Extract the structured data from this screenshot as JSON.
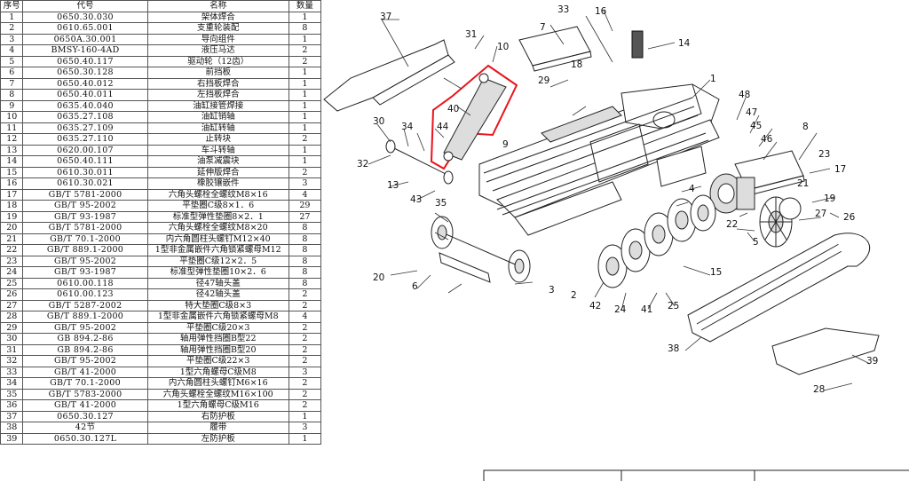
{
  "bom": {
    "headers": [
      "序号",
      "代号",
      "名称",
      "数量"
    ],
    "rows": [
      [
        "1",
        "0650.30.030",
        "架体焊合",
        "1"
      ],
      [
        "2",
        "0610.65.001",
        "支重轮装配",
        "8"
      ],
      [
        "3",
        "0650A.30.001",
        "导向组件",
        "1"
      ],
      [
        "4",
        "BMSY-160-4AD",
        "液压马达",
        "2"
      ],
      [
        "5",
        "0650.40.117",
        "驱动轮（12齿）",
        "2"
      ],
      [
        "6",
        "0650.30.128",
        "前挡板",
        "1"
      ],
      [
        "7",
        "0650.40.012",
        "右挡板焊合",
        "1"
      ],
      [
        "8",
        "0650.40.011",
        "左挡板焊合",
        "1"
      ],
      [
        "9",
        "0635.40.040",
        "油缸接管焊接",
        "1"
      ],
      [
        "10",
        "0635.27.108",
        "油缸销轴",
        "1"
      ],
      [
        "11",
        "0635.27.109",
        "油缸转轴",
        "1"
      ],
      [
        "12",
        "0635.27.110",
        "止转块",
        "2"
      ],
      [
        "13",
        "0620.00.107",
        "车斗转轴",
        "1"
      ],
      [
        "14",
        "0650.40.111",
        "油泵减震块",
        "1"
      ],
      [
        "15",
        "0610.30.011",
        "延伸版焊合",
        "2"
      ],
      [
        "16",
        "0610.30.021",
        "橡胶镶嵌件",
        "3"
      ],
      [
        "17",
        "GB/T 5781-2000",
        "六角头螺栓全螺纹M8×16",
        "4"
      ],
      [
        "18",
        "GB/T 95-2002",
        "平垫圈C级8×1．6",
        "29"
      ],
      [
        "19",
        "GB/T 93-1987",
        "标准型弹性垫圈8×2．1",
        "27"
      ],
      [
        "20",
        "GB/T 5781-2000",
        "六角头螺栓全螺纹M8×20",
        "8"
      ],
      [
        "21",
        "GB/T 70.1-2000",
        "内六角圆柱头螺钉M12×40",
        "8"
      ],
      [
        "22",
        "GB/T 889.1-2000",
        "1型非金属嵌件六角锁紧螺母M12",
        "8"
      ],
      [
        "23",
        "GB/T 95-2002",
        "平垫圈C级12×2．5",
        "8"
      ],
      [
        "24",
        "GB/T 93-1987",
        "标准型弹性垫圈10×2．6",
        "8"
      ],
      [
        "25",
        "0610.00.118",
        "径47轴头盖",
        "8"
      ],
      [
        "26",
        "0610.00.123",
        "径42轴头盖",
        "2"
      ],
      [
        "27",
        "GB/T 5287-2002",
        "特大垫圈C级8×3",
        "2"
      ],
      [
        "28",
        "GB/T 889.1-2000",
        "1型非金属嵌件六角锁紧螺母M8",
        "4"
      ],
      [
        "29",
        "GB/T 95-2002",
        "平垫圈C级20×3",
        "2"
      ],
      [
        "30",
        "GB 894.2-86",
        "轴用弹性挡圈B型22",
        "2"
      ],
      [
        "31",
        "GB 894.2-86",
        "轴用弹性挡圈B型20",
        "2"
      ],
      [
        "32",
        "GB/T 95-2002",
        "平垫圈C级22×3",
        "2"
      ],
      [
        "33",
        "GB/T 41-2000",
        "1型六角螺母C级M8",
        "3"
      ],
      [
        "34",
        "GB/T 70.1-2000",
        "内六角圆柱头螺钉M6×16",
        "2"
      ],
      [
        "35",
        "GB/T 5783-2000",
        "六角头螺栓全螺纹M16×100",
        "2"
      ],
      [
        "36",
        "GB/T 41-2000",
        "1型六角螺母C级M16",
        "2"
      ],
      [
        "37",
        "0650.30.127",
        "右防护板",
        "1"
      ],
      [
        "38",
        "42节",
        "履带",
        "3"
      ],
      [
        "39",
        "0650.30.127L",
        "左防护板",
        "1"
      ]
    ]
  },
  "drawing": {
    "labels": [
      "1",
      "2",
      "3",
      "4",
      "5",
      "6",
      "7",
      "8",
      "9",
      "10",
      "13",
      "14",
      "15",
      "16",
      "17",
      "18",
      "19",
      "20",
      "21",
      "22",
      "23",
      "24",
      "25",
      "26",
      "27",
      "28",
      "29",
      "30",
      "31",
      "32",
      "33",
      "34",
      "35",
      "37",
      "38",
      "39",
      "40",
      "41",
      "42",
      "43",
      "44",
      "45",
      "46",
      "47",
      "48"
    ],
    "highlight_color": "#e8141b"
  }
}
